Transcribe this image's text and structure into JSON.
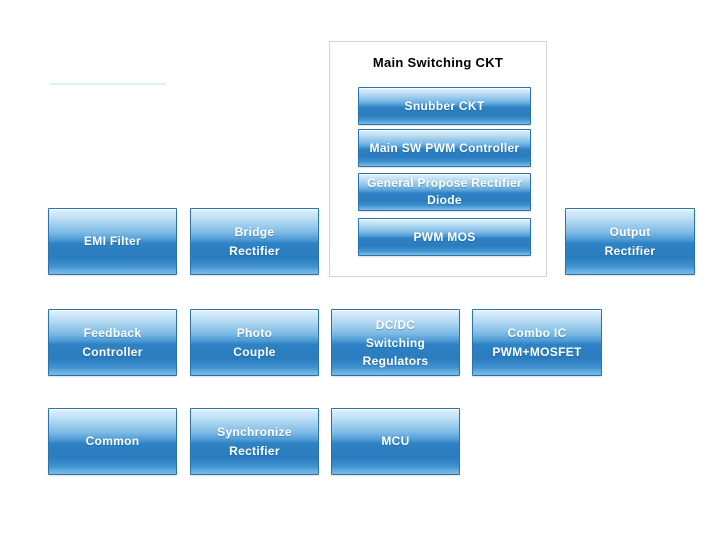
{
  "page": {
    "background": "#ffffff"
  },
  "colors": {
    "tile_border": "#2d73ab",
    "tile_text": "#ffffff",
    "tile_gradient_top": "#e2f2fc",
    "tile_gradient_upper_mid": "#4a98d3",
    "tile_gradient_lower_mid": "#2a7cbe",
    "tile_gradient_bottom": "#74b7e7",
    "group_border": "#d4d4d4",
    "group_title_color": "#000000",
    "ghost_line_color": "#d9f4f8"
  },
  "main_group": {
    "title": "Main Switching CKT",
    "buttons": [
      {
        "id": "snubber-ckt",
        "lines": [
          "Snubber CKT"
        ]
      },
      {
        "id": "main-sw-pwm-controller",
        "lines": [
          "Main SW PWM Controller"
        ]
      },
      {
        "id": "general-propose-rectifier-diode",
        "lines": [
          "General Propose Rectifier",
          "Diode"
        ]
      },
      {
        "id": "pwm-mos",
        "lines": [
          "PWM MOS"
        ]
      }
    ]
  },
  "blocks": [
    {
      "id": "emi-filter",
      "lines": [
        "EMI Filter"
      ]
    },
    {
      "id": "bridge-rectifier",
      "lines": [
        "Bridge",
        "Rectifier"
      ]
    },
    {
      "id": "output-rectifier",
      "lines": [
        "Output",
        "Rectifier"
      ]
    },
    {
      "id": "feedback-controller",
      "lines": [
        "Feedback",
        "Controller"
      ]
    },
    {
      "id": "photo-couple",
      "lines": [
        "Photo",
        "Couple"
      ]
    },
    {
      "id": "dcdc-switching-regulators",
      "lines": [
        "DC/DC",
        "Switching",
        "Regulators"
      ]
    },
    {
      "id": "combo-ic-pwm-mosfet",
      "lines": [
        "Combo IC",
        "PWM+MOSFET"
      ]
    },
    {
      "id": "common",
      "lines": [
        "Common"
      ]
    },
    {
      "id": "synchronize-rectifier",
      "lines": [
        "Synchronize",
        "Rectifier"
      ]
    },
    {
      "id": "mcu",
      "lines": [
        "MCU"
      ]
    }
  ]
}
